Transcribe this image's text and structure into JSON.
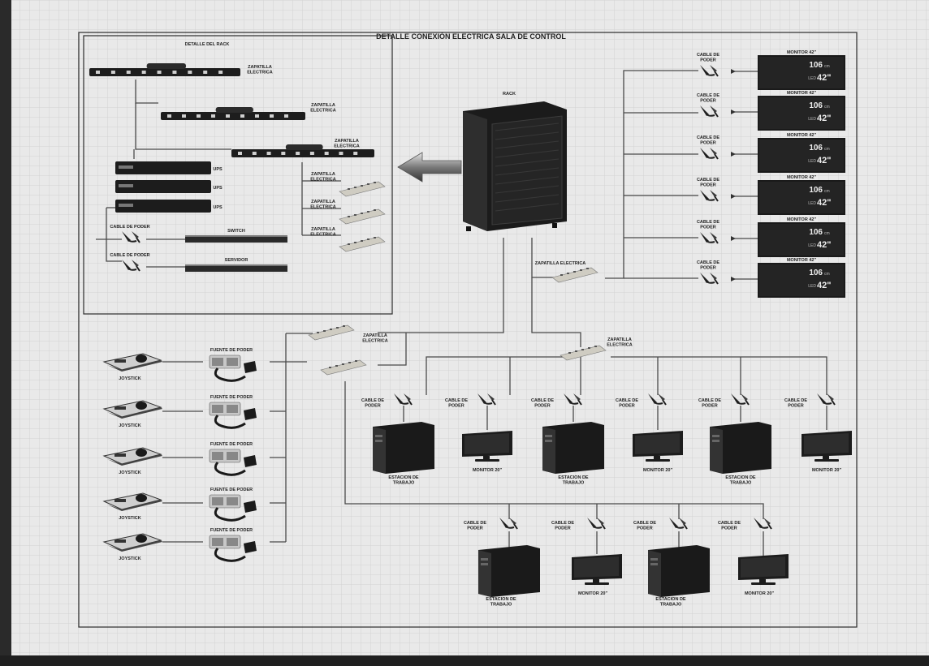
{
  "title": "DETALLE CONEXIÓN ELECTRICA SALA DE CONTROL",
  "rack_detail": {
    "title": "DETALLE DEL RACK",
    "strip_label": "ZAPATILLA ELECTRICA",
    "ups_label": "UPS",
    "switch_label": "SWITCH",
    "server_label": "SERVIDOR",
    "cable_label": "CABLE DE PODER",
    "strip_small_label": "ZAPATILLA ELECTRICA"
  },
  "rack": {
    "label": "RACK"
  },
  "monitors_large": {
    "label": "MONITOR 42\"",
    "screen_top": "106",
    "screen_top_unit": "cm",
    "screen_bottom": "42\"",
    "screen_bottom_unit": "LED",
    "count": 6
  },
  "power_cable_label": "CABLE DE PODER",
  "power_strip_label": "ZAPATILLA ELECTRICA",
  "joystick_label": "JOYSTICK",
  "power_supply_label": "FUENTE DE PODER",
  "workstation_label": "ESTACION DE TRABAJO",
  "monitor_small_label": "MONITOR 20\"",
  "colors": {
    "background": "#e9e9e9",
    "frame": "#2c2c2c",
    "device": "#1c1c1c",
    "power_strip": "#c9c6bc"
  },
  "icons": [
    "power-strip-icon",
    "ups-icon",
    "switch-icon",
    "server-icon",
    "power-cable-icon",
    "rack-cabinet-icon",
    "monitor-icon",
    "joystick-icon",
    "power-supply-icon",
    "workstation-tower-icon",
    "arrow-left-icon"
  ]
}
